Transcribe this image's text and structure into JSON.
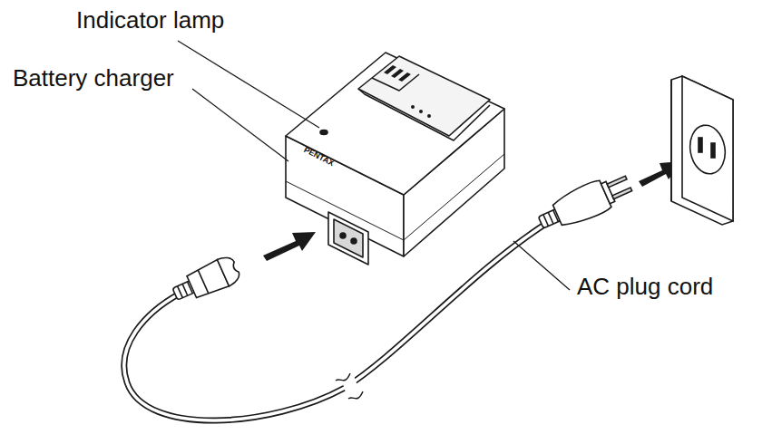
{
  "diagram": {
    "labels": [
      "Indicator lamp",
      "Battery charger",
      "AC plug cord",
      "PENTAX"
    ]
  }
}
